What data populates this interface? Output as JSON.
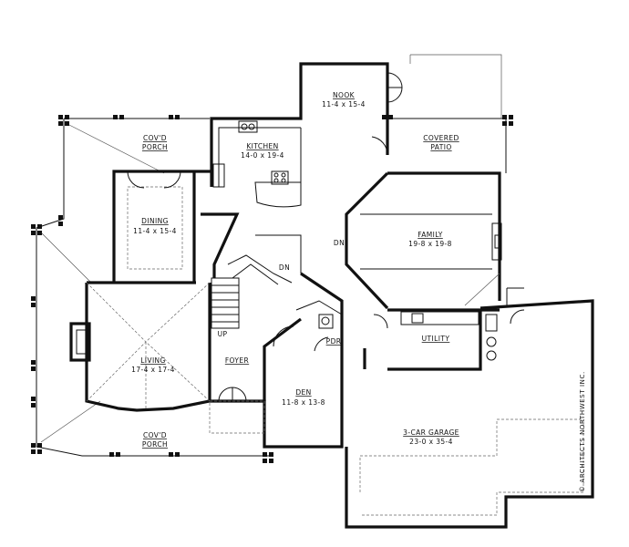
{
  "rooms": {
    "nook": {
      "name": "NOOK",
      "dims": "11-4 x 15-4"
    },
    "porch_top": {
      "name1": "COV'D",
      "name2": "PORCH"
    },
    "kitchen": {
      "name": "KITCHEN",
      "dims": "14-0 x 19-4"
    },
    "patio": {
      "name1": "COVERED",
      "name2": "PATIO"
    },
    "dining": {
      "name": "DINING",
      "dims": "11-4 x 15-4"
    },
    "family": {
      "name": "FAMILY",
      "dims": "19-8 x 19-8"
    },
    "living": {
      "name": "LIVING",
      "dims": "17-4 x 17-4"
    },
    "foyer": {
      "name": "FOYER"
    },
    "pdr": {
      "name": "PDR"
    },
    "utility": {
      "name": "UTILITY"
    },
    "den": {
      "name": "DEN",
      "dims": "11-8 x 13-8"
    },
    "porch_bot": {
      "name1": "COV'D",
      "name2": "PORCH"
    },
    "garage": {
      "name": "3-CAR GARAGE",
      "dims": "23-0 x 35-4"
    }
  },
  "stairs": {
    "up": "UP",
    "dn_main": "DN",
    "dn_family": "DN"
  },
  "credit": "© ARCHITECTS NORTHWEST INC."
}
